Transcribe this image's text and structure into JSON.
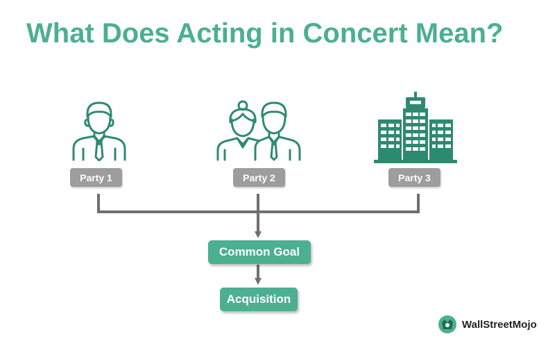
{
  "title": "What Does Acting in Concert Mean?",
  "parties": [
    {
      "label": "Party 1",
      "icon": "businessman-icon"
    },
    {
      "label": "Party 2",
      "icon": "couple-icon"
    },
    {
      "label": "Party 3",
      "icon": "office-building-icon"
    }
  ],
  "boxes": {
    "common_goal": "Common Goal",
    "acquisition": "Acquisition"
  },
  "brand": {
    "name": "WallStreetMojo"
  },
  "colors": {
    "accent": "#4caf90",
    "icon": "#2e8a6e",
    "label_bg": "#9d9d9d",
    "connector": "#6f6f6f"
  }
}
